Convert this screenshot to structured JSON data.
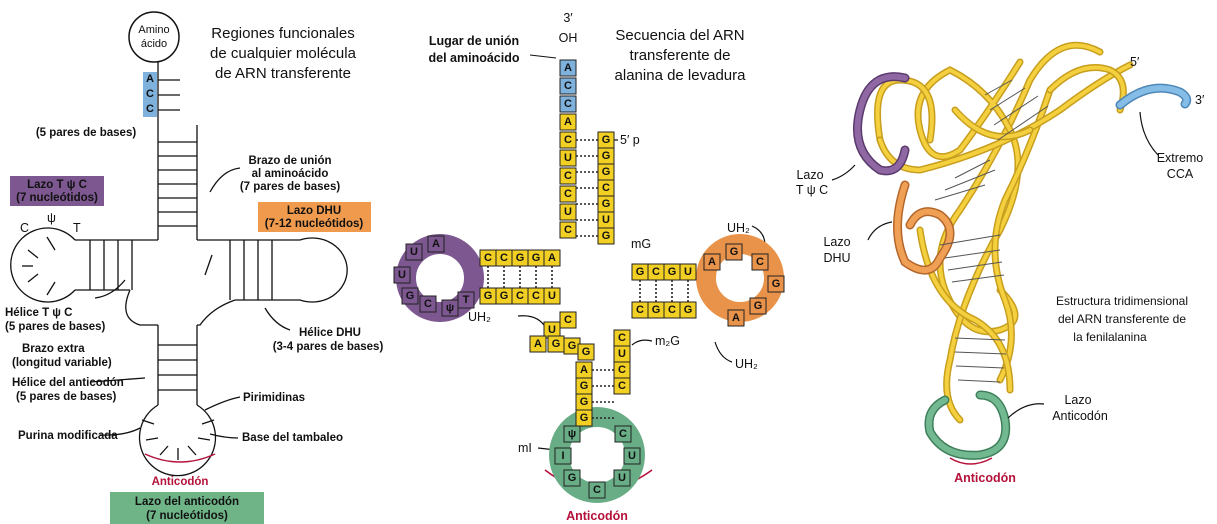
{
  "panel1": {
    "title": [
      "Regiones funcionales",
      "de cualquier molécula",
      "de ARN transferente"
    ],
    "amino_circle": [
      "Amino",
      "ácido"
    ],
    "acc_letters": [
      "A",
      "C",
      "C"
    ],
    "pairs5": "(5 pares de bases)",
    "acceptor_arm": [
      "Brazo de unión",
      "al aminoácido",
      "(7 pares de bases)"
    ],
    "tpsic_loop": {
      "label": [
        "Lazo  T ψ C",
        "(7 nucleótidos)"
      ],
      "color": "#7c5790"
    },
    "dhu_loop": {
      "label": [
        "Lazo DHU",
        "(7-12 nucleótidos)"
      ],
      "color": "#f09a4e"
    },
    "loop_letters": [
      "C",
      "ψ",
      "T"
    ],
    "tpsic_helix": [
      "Hélice  T ψ C",
      "(5 pares de bases)"
    ],
    "extra_arm": [
      "Brazo extra",
      "(longitud variable)"
    ],
    "dhu_helix": [
      "Hélice DHU",
      "(3-4 pares de bases)"
    ],
    "anticodon_helix": [
      "Hélice del anticodón",
      "(5 pares de bases)"
    ],
    "pyrimidines": "Pirimidinas",
    "modified_purine": "Purina modificada",
    "wobble_base": "Base del tambaleo",
    "anticodon": "Anticodón",
    "anticodon_loop": {
      "label": [
        "Lazo del anticodón",
        "(7 nucleótidos)"
      ],
      "color": "#6fb487"
    }
  },
  "panel2": {
    "title": [
      "Secuencia del ARN",
      "transferente de",
      "alanina de levadura"
    ],
    "end3": [
      "3′",
      "OH"
    ],
    "binding_site": [
      "Lugar de unión",
      "del aminoácido"
    ],
    "end5": "5′ p",
    "labels": {
      "mG": "mG",
      "uh2_top": "UH₂",
      "uh2_left": "UH₂",
      "uh2_right": "UH₂",
      "m2g": "m₂G",
      "mi": "mI"
    },
    "acceptor_3prime": [
      "A",
      "C",
      "C",
      "A",
      "C",
      "U",
      "C",
      "C",
      "U",
      "C"
    ],
    "acceptor_5prime": [
      "G",
      "G",
      "G",
      "C",
      "G",
      "U",
      "G"
    ],
    "left_stem_top": [
      "C",
      "C",
      "G",
      "G",
      "A"
    ],
    "left_stem_bottom": [
      "G",
      "G",
      "C",
      "C",
      "U"
    ],
    "left_loop": [
      "A",
      "U",
      "U",
      "G",
      "C",
      "ψ",
      "T"
    ],
    "right_stem_top": [
      "G",
      "C",
      "G",
      "U"
    ],
    "right_stem_bottom": [
      "C",
      "G",
      "C",
      "G"
    ],
    "right_loop": [
      "A",
      "G",
      "C",
      "G",
      "G",
      "A"
    ],
    "extra": [
      "C",
      "U",
      "A",
      "G",
      "G",
      "G"
    ],
    "anticodon_left": [
      "A",
      "G",
      "G",
      "G"
    ],
    "anticodon_right": [
      "C",
      "U",
      "C",
      "C"
    ],
    "anticodon_loop": [
      "ψ",
      "I",
      "G",
      "C",
      "U",
      "U",
      "C"
    ],
    "anticodon_label": "Anticodón",
    "colors": {
      "acc": "#7fb1dd",
      "stem": "#f2d023",
      "purple": "#7c5790",
      "orange": "#e9934a",
      "green": "#68ad86"
    }
  },
  "panel3": {
    "end5": "5′",
    "end3": "3′",
    "tpsic_loop": [
      "Lazo",
      "T ψ C"
    ],
    "dhu_loop": [
      "Lazo",
      "DHU"
    ],
    "cca": [
      "Extremo",
      "CCA"
    ],
    "caption": [
      "Estructura tridimensional",
      "del ARN transferente de",
      "la fenilalanina"
    ],
    "anticodon_loop": [
      "Lazo",
      "Anticodón"
    ],
    "anticodon": "Anticodón"
  }
}
